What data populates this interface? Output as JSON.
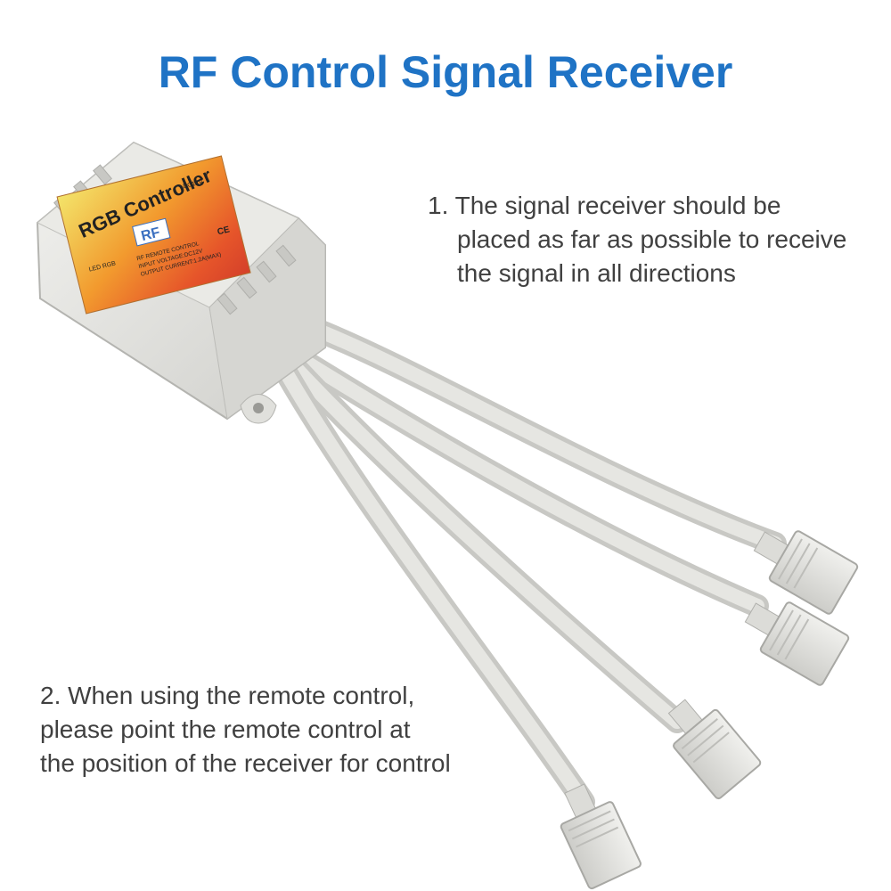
{
  "title": "RF Control Signal Receiver",
  "note1": {
    "line1": "1. The signal receiver should be",
    "line2": "placed as far as possible to receive",
    "line3": "the signal in all directions"
  },
  "note2": {
    "line1": "2. When using the remote control,",
    "line2": "please point the remote control at",
    "line3": "the position of the receiver for control"
  },
  "label": {
    "brand": "RGB Controller",
    "logo": "RF",
    "led_rgb": "LED RGB",
    "dc12v": "DC12V",
    "spec1": "RF REMOTE CONTROL",
    "spec2": "INPUT VOLTAGE:DC12V",
    "spec3": "OUTPUT CURRENT:1.2A(MAX)",
    "ce": "CE"
  },
  "colors": {
    "title": "#1f73c5",
    "text": "#404040",
    "housing": "#e4e4e0",
    "cable": "#dcdcd8"
  }
}
